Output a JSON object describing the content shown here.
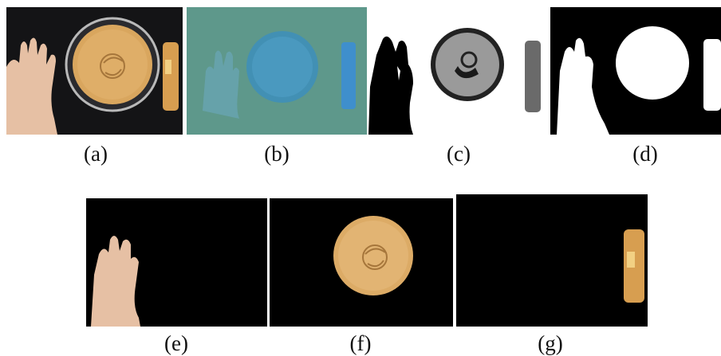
{
  "figure": {
    "panels": [
      {
        "id": "a",
        "label": "(a)"
      },
      {
        "id": "b",
        "label": "(b)"
      },
      {
        "id": "c",
        "label": "(c)"
      },
      {
        "id": "d",
        "label": "(d)"
      },
      {
        "id": "e",
        "label": "(e)"
      },
      {
        "id": "f",
        "label": "(f)"
      },
      {
        "id": "g",
        "label": "(g)"
      }
    ]
  },
  "colors": {
    "background_dark": "#111114",
    "cake": "#d6a25a",
    "skin": "#e8c2a6",
    "false_color": "#5e9a8c",
    "gray_mid": "#8a8a8a"
  }
}
